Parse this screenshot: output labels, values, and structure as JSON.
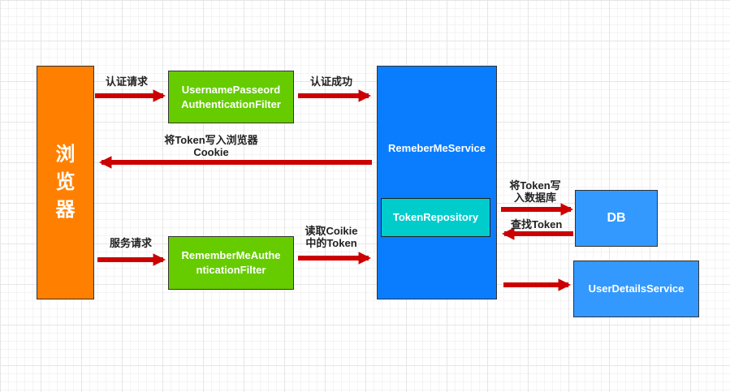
{
  "nodes": {
    "browser": "浏\n览\n器",
    "username_filter": "UsernamePasseord\nAuthenticationFilter",
    "rememberme_filter": "RememberMeAuthe\nnticationFilter",
    "service": "RemeberMeService",
    "token_repository": "TokenRepository",
    "db": "DB",
    "user_details": "UserDetailsService"
  },
  "edges": {
    "auth_request": "认证请求",
    "auth_success": "认证成功",
    "write_cookie": "将Token写入浏览器\nCookie",
    "service_request": "服务请求",
    "read_cookie": "读取Coikie\n中的Token",
    "write_db": "将Token写\n入数据库",
    "find_token": "查找Token"
  },
  "colors": {
    "browser": "#ff8000",
    "filter": "#66cc00",
    "service": "#0a7dff",
    "repository": "#00cccc",
    "db": "#3399ff",
    "arrow": "#cc0000"
  }
}
